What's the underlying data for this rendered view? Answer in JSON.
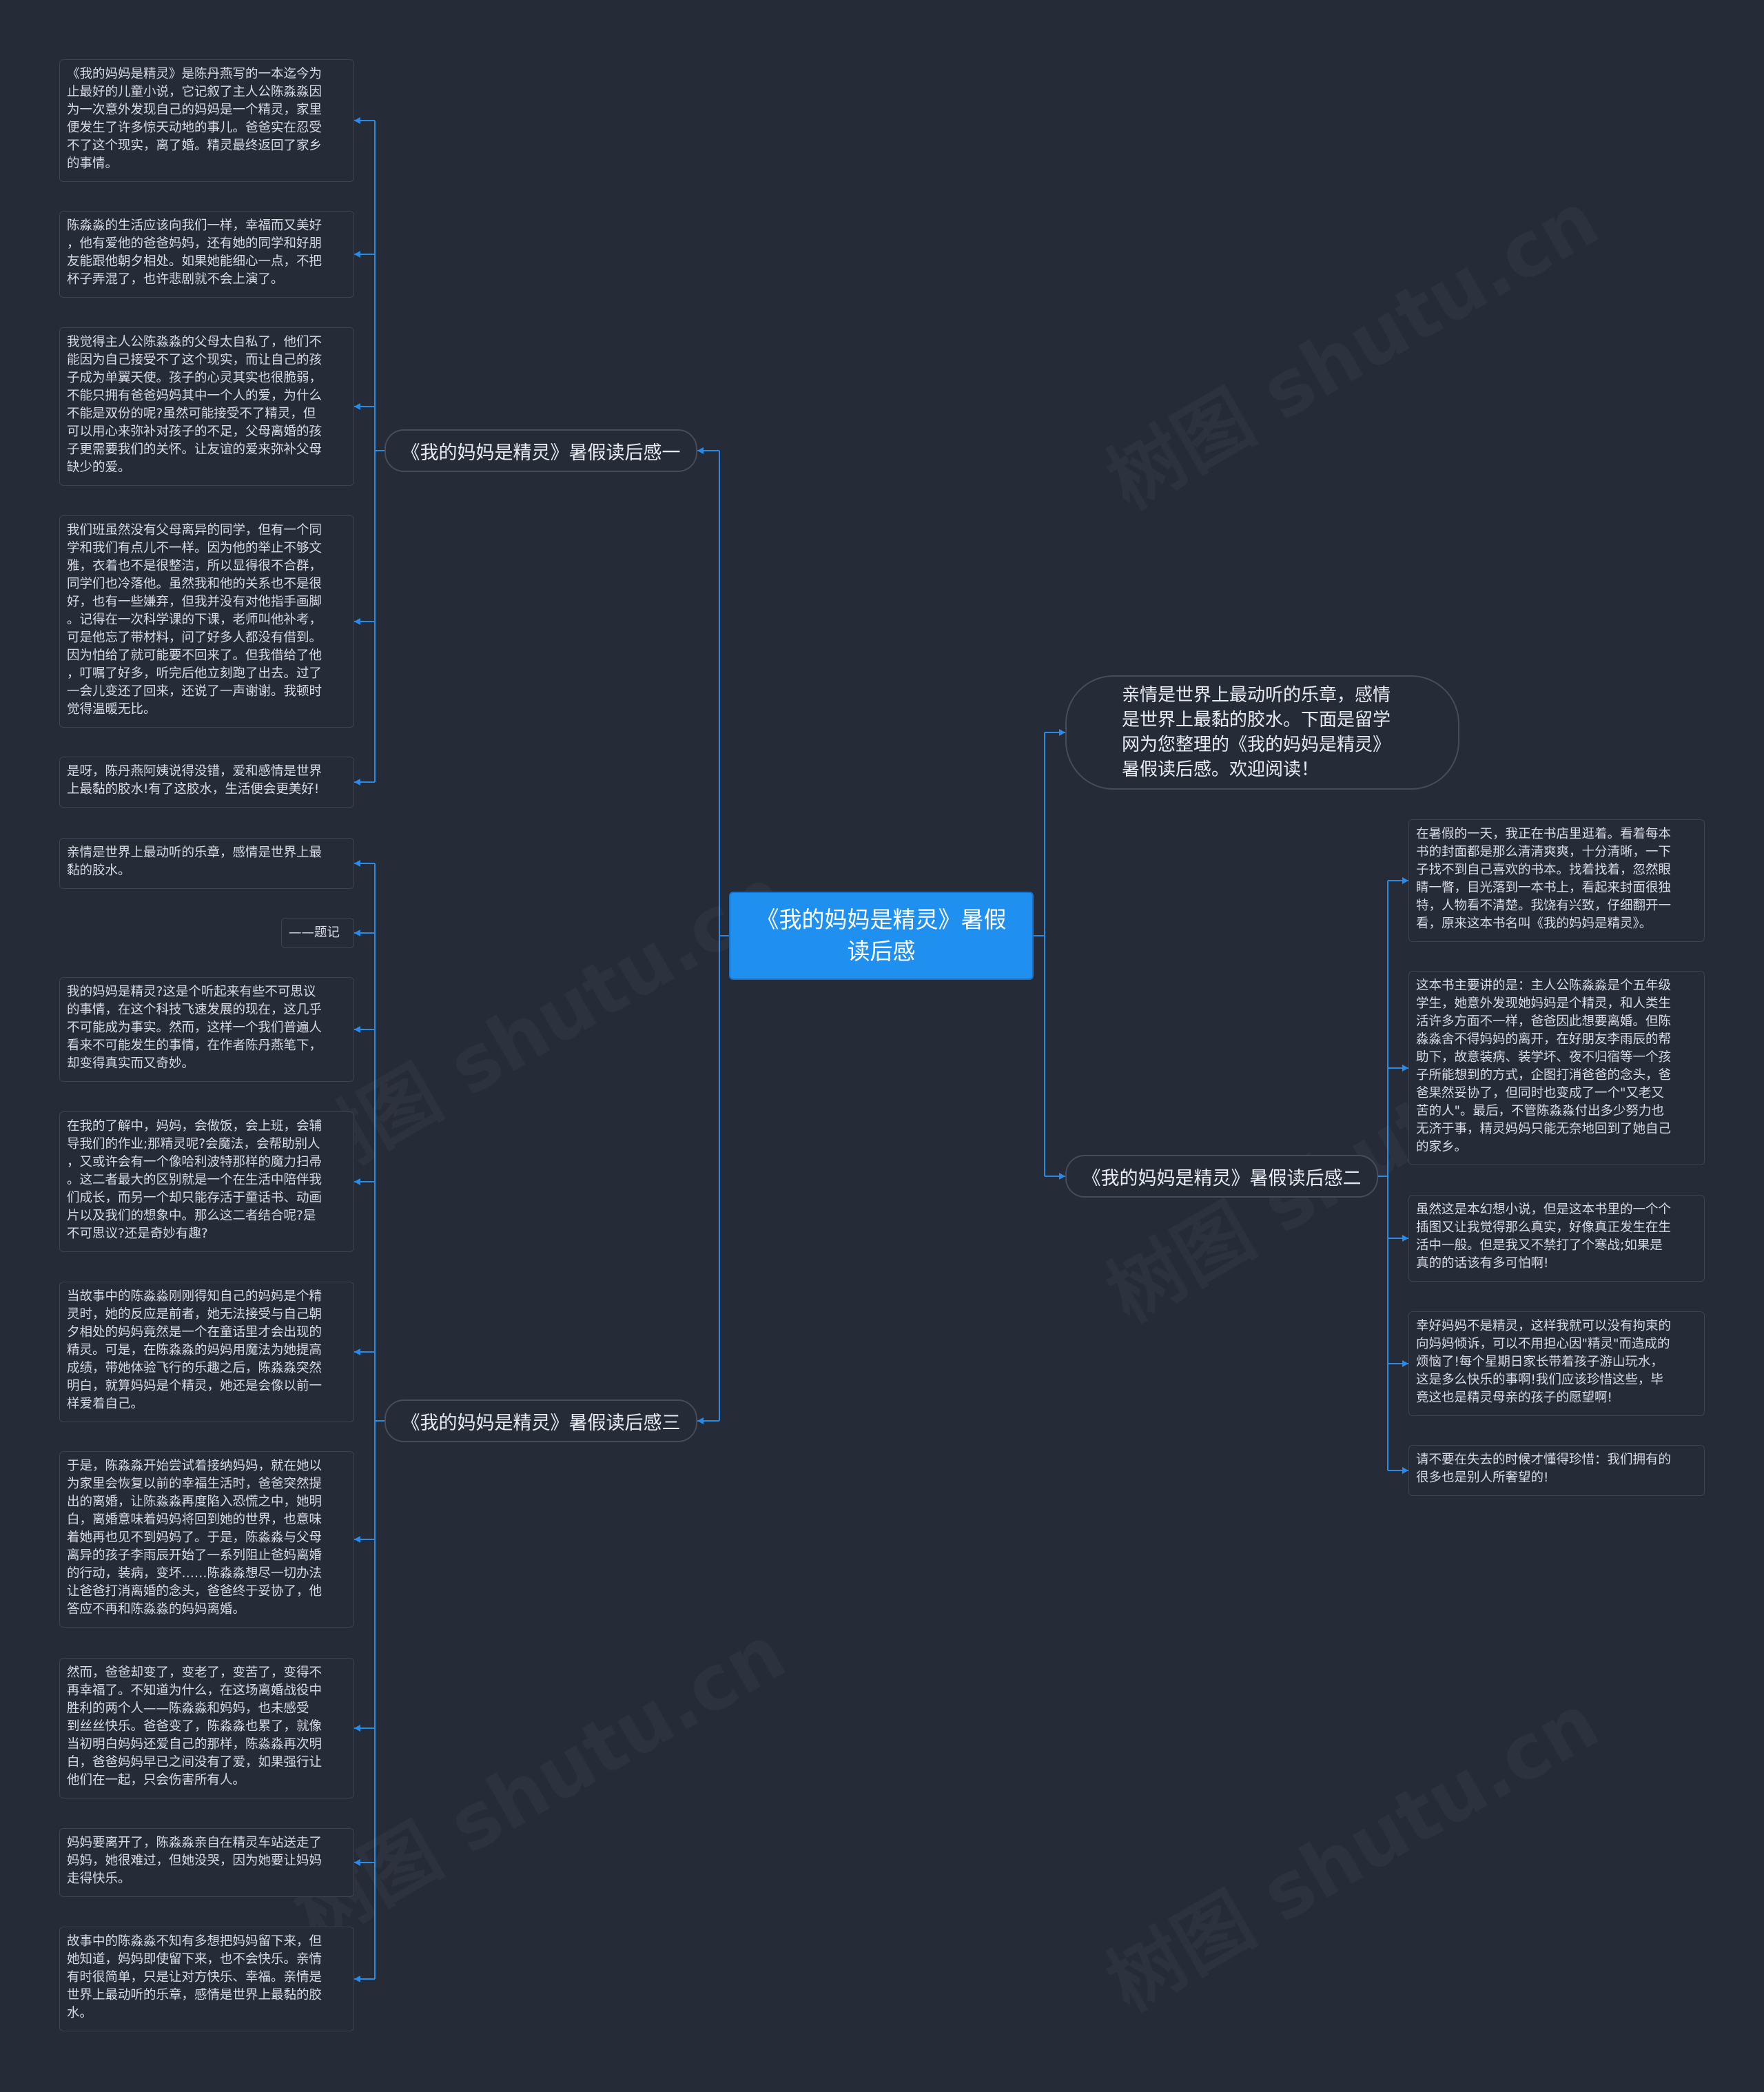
{
  "root": {
    "title": "《我的妈妈是精灵》暑假\n读后感"
  },
  "intro": {
    "text": "亲情是世界上最动听的乐章，感情\n是世界上最黏的胶水。下面是留学\n网为您整理的《我的妈妈是精灵》\n暑假读后感。欢迎阅读！"
  },
  "branches": [
    {
      "label": "《我的妈妈是精灵》暑假读后感一",
      "leaves": [
        "《我的妈妈是精灵》是陈丹燕写的一本迄今为\n止最好的儿童小说，它记叙了主人公陈淼淼因\n为一次意外发现自己的妈妈是一个精灵，家里\n便发生了许多惊天动地的事儿。爸爸实在忍受\n不了这个现实，离了婚。精灵最终返回了家乡\n的事情。",
        "陈淼淼的生活应该向我们一样，幸福而又美好\n，他有爱他的爸爸妈妈，还有她的同学和好朋\n友能跟他朝夕相处。如果她能细心一点，不把\n杯子弄混了，也许悲剧就不会上演了。",
        "我觉得主人公陈淼淼的父母太自私了，他们不\n能因为自己接受不了这个现实，而让自己的孩\n子成为单翼天使。孩子的心灵其实也很脆弱，\n不能只拥有爸爸妈妈其中一个人的爱，为什么\n不能是双份的呢?虽然可能接受不了精灵，但\n可以用心来弥补对孩子的不足，父母离婚的孩\n子更需要我们的关怀。让友谊的爱来弥补父母\n缺少的爱。",
        "我们班虽然没有父母离异的同学，但有一个同\n学和我们有点儿不一样。因为他的举止不够文\n雅，衣着也不是很整洁，所以显得很不合群，\n同学们也冷落他。虽然我和他的关系也不是很\n好，也有一些嫌弃，但我并没有对他指手画脚\n。记得在一次科学课的下课，老师叫他补考，\n可是他忘了带材料，问了好多人都没有借到。\n因为怕给了就可能要不回来了。但我借给了他\n，叮嘱了好多，听完后他立刻跑了出去。过了\n一会儿变还了回来，还说了一声谢谢。我顿时\n觉得温暖无比。",
        "是呀，陈丹燕阿姨说得没错，爱和感情是世界\n上最黏的胶水!有了这胶水，生活便会更美好!"
      ]
    },
    {
      "label": "《我的妈妈是精灵》暑假读后感二",
      "leaves": [
        "在暑假的一天，我正在书店里逛着。看着每本\n书的封面都是那么清清爽爽，十分清晰，一下\n子找不到自己喜欢的书本。找着找着，忽然眼\n睛一瞥，目光落到一本书上，看起来封面很独\n特，人物看不清楚。我饶有兴致，仔细翻开一\n看，原来这本书名叫《我的妈妈是精灵》。",
        "这本书主要讲的是：主人公陈淼淼是个五年级\n学生，她意外发现她妈妈是个精灵，和人类生\n活许多方面不一样，爸爸因此想要离婚。但陈\n淼淼舍不得妈妈的离开，在好朋友李雨辰的帮\n助下，故意装病、装学坏、夜不归宿等一个孩\n子所能想到的方式，企图打消爸爸的念头，爸\n爸果然妥协了，但同时也变成了一个\"又老又\n苦的人\"。最后，不管陈淼淼付出多少努力也\n无济于事，精灵妈妈只能无奈地回到了她自己\n的家乡。",
        "虽然这是本幻想小说，但是这本书里的一个个\n插图又让我觉得那么真实，好像真正发生在生\n活中一般。但是我又不禁打了个寒战;如果是\n真的的话该有多可怕啊!",
        "幸好妈妈不是精灵，这样我就可以没有拘束的\n向妈妈倾诉，可以不用担心因\"精灵\"而造成的\n烦恼了!每个星期日家长带着孩子游山玩水，\n这是多么快乐的事啊!我们应该珍惜这些，毕\n竟这也是精灵母亲的孩子的愿望啊!",
        "请不要在失去的时候才懂得珍惜：我们拥有的\n很多也是别人所奢望的!"
      ]
    },
    {
      "label": "《我的妈妈是精灵》暑假读后感三",
      "leaves": [
        "亲情是世界上最动听的乐章，感情是世界上最\n黏的胶水。",
        "——题记",
        "我的妈妈是精灵?这是个听起来有些不可思议\n的事情，在这个科技飞速发展的现在，这几乎\n不可能成为事实。然而，这样一个我们普遍人\n看来不可能发生的事情，在作者陈丹燕笔下，\n却变得真实而又奇妙。",
        "在我的了解中，妈妈，会做饭，会上班，会辅\n导我们的作业;那精灵呢?会魔法，会帮助别人\n，又或许会有一个像哈利波特那样的魔力扫帚\n。这二者最大的区别就是一个在生活中陪伴我\n们成长，而另一个却只能存活于童话书、动画\n片以及我们的想象中。那么这二者结合呢?是\n不可思议?还是奇妙有趣?",
        "当故事中的陈淼淼刚刚得知自己的妈妈是个精\n灵时，她的反应是前者，她无法接受与自己朝\n夕相处的妈妈竟然是一个在童话里才会出现的\n精灵。可是，在陈淼淼的妈妈用魔法为她提高\n成绩，带她体验飞行的乐趣之后，陈淼淼突然\n明白，就算妈妈是个精灵，她还是会像以前一\n样爱着自己。",
        "于是，陈淼淼开始尝试着接纳妈妈，就在她以\n为家里会恢复以前的幸福生活时，爸爸突然提\n出的离婚，让陈淼淼再度陷入恐慌之中，她明\n白，离婚意味着妈妈将回到她的世界，也意味\n着她再也见不到妈妈了。于是，陈淼淼与父母\n离异的孩子李雨辰开始了一系列阻止爸妈离婚\n的行动，装病，变坏……陈淼淼想尽一切办法\n让爸爸打消离婚的念头，爸爸终于妥协了，他\n答应不再和陈淼淼的妈妈离婚。",
        "然而，爸爸却变了，变老了，变苦了，变得不\n再幸福了。不知道为什么，在这场离婚战役中\n胜利的两个人——陈淼淼和妈妈，也未感受\n到丝丝快乐。爸爸变了，陈淼淼也累了，就像\n当初明白妈妈还爱自己的那样，陈淼淼再次明\n白，爸爸妈妈早已之间没有了爱，如果强行让\n他们在一起，只会伤害所有人。",
        "妈妈要离开了，陈淼淼亲自在精灵车站送走了\n妈妈，她很难过，但她没哭，因为她要让妈妈\n走得快乐。",
        "故事中的陈淼淼不知有多想把妈妈留下来，但\n她知道，妈妈即使留下来，也不会快乐。亲情\n有时很简单，只是让对方快乐、幸福。亲情是\n世界上最动听的乐章，感情是世界上最黏的胶\n水。"
      ]
    }
  ],
  "watermark": {
    "text": "树图 shutu.cn"
  },
  "colors": {
    "background": "#262b38",
    "root_fill": "#1f8ff0",
    "connector": "#2a8ae6",
    "node_border": "#464c5c"
  }
}
